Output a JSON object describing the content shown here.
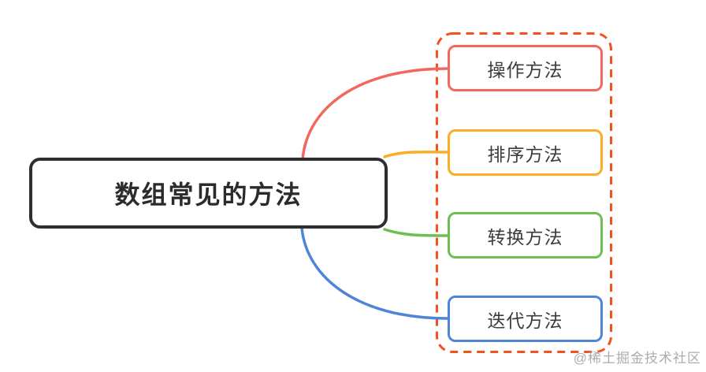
{
  "mindmap": {
    "root": {
      "label": "数组常见的方法",
      "border_color": "#2e2e2e",
      "text_color": "#2b2b2b"
    },
    "children": [
      {
        "label": "操作方法",
        "color": "#f2685f"
      },
      {
        "label": "排序方法",
        "color": "#fbae24"
      },
      {
        "label": "转换方法",
        "color": "#6cbf50"
      },
      {
        "label": "迭代方法",
        "color": "#4d86d8"
      }
    ],
    "group_outline_color": "#f4511e",
    "background_color": "#ffffff"
  },
  "watermark": {
    "text": "@稀土掘金技术社区",
    "color": "#9e9e9e"
  }
}
